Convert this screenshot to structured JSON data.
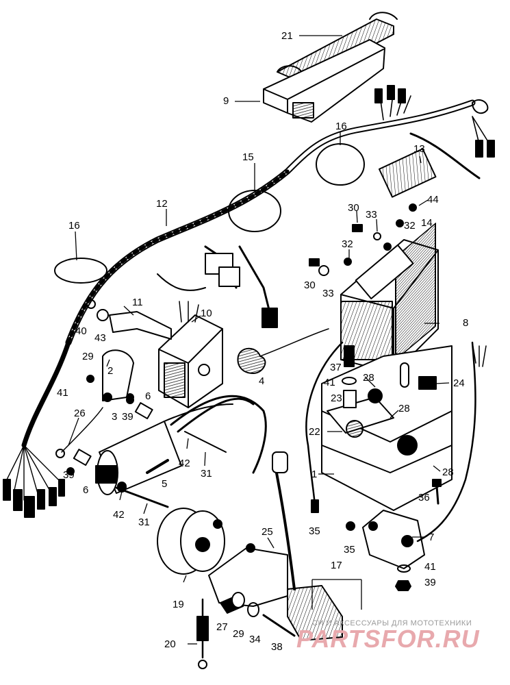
{
  "labels": [
    {
      "id": "p21",
      "text": "21"
    },
    {
      "id": "p9",
      "text": "9"
    },
    {
      "id": "p16a",
      "text": "16"
    },
    {
      "id": "p15",
      "text": "15"
    },
    {
      "id": "p13",
      "text": "13"
    },
    {
      "id": "p44",
      "text": "44"
    },
    {
      "id": "p12",
      "text": "12"
    },
    {
      "id": "p16b",
      "text": "16"
    },
    {
      "id": "p30a",
      "text": "30"
    },
    {
      "id": "p33a",
      "text": "33"
    },
    {
      "id": "p32a",
      "text": "32"
    },
    {
      "id": "p14",
      "text": "14"
    },
    {
      "id": "p32b",
      "text": "32"
    },
    {
      "id": "p30b",
      "text": "30"
    },
    {
      "id": "p33b",
      "text": "33"
    },
    {
      "id": "p40",
      "text": "40"
    },
    {
      "id": "p43",
      "text": "43"
    },
    {
      "id": "p11",
      "text": "11"
    },
    {
      "id": "p10",
      "text": "10"
    },
    {
      "id": "p8",
      "text": "8"
    },
    {
      "id": "p29a",
      "text": "29"
    },
    {
      "id": "p2",
      "text": "2"
    },
    {
      "id": "p41a",
      "text": "41"
    },
    {
      "id": "p3",
      "text": "3"
    },
    {
      "id": "p39a",
      "text": "39"
    },
    {
      "id": "p6a",
      "text": "6"
    },
    {
      "id": "p4",
      "text": "4"
    },
    {
      "id": "p37",
      "text": "37"
    },
    {
      "id": "p41b",
      "text": "41"
    },
    {
      "id": "p28a",
      "text": "28"
    },
    {
      "id": "p23",
      "text": "23"
    },
    {
      "id": "p24",
      "text": "24"
    },
    {
      "id": "p26",
      "text": "26"
    },
    {
      "id": "p28b",
      "text": "28"
    },
    {
      "id": "p22",
      "text": "22"
    },
    {
      "id": "p42a",
      "text": "42"
    },
    {
      "id": "p31a",
      "text": "31"
    },
    {
      "id": "p39b",
      "text": "39"
    },
    {
      "id": "p6b",
      "text": "6"
    },
    {
      "id": "p5",
      "text": "5"
    },
    {
      "id": "p1",
      "text": "1"
    },
    {
      "id": "p28c",
      "text": "28"
    },
    {
      "id": "p36",
      "text": "36"
    },
    {
      "id": "p42b",
      "text": "42"
    },
    {
      "id": "p31b",
      "text": "31"
    },
    {
      "id": "p35a",
      "text": "35"
    },
    {
      "id": "p25",
      "text": "25"
    },
    {
      "id": "p35b",
      "text": "35"
    },
    {
      "id": "p7",
      "text": "7"
    },
    {
      "id": "p41c",
      "text": "41"
    },
    {
      "id": "p39c",
      "text": "39"
    },
    {
      "id": "p17",
      "text": "17"
    },
    {
      "id": "p19",
      "text": "19"
    },
    {
      "id": "p27",
      "text": "27"
    },
    {
      "id": "p29b",
      "text": "29"
    },
    {
      "id": "p34",
      "text": "34"
    },
    {
      "id": "p38",
      "text": "38"
    },
    {
      "id": "p20",
      "text": "20"
    }
  ],
  "watermark": {
    "caption": "СИ И АКСЕССУАРЫ ДЛЯ МОТОТЕХНИКИ",
    "brand": "PARTSFOR.RU"
  }
}
